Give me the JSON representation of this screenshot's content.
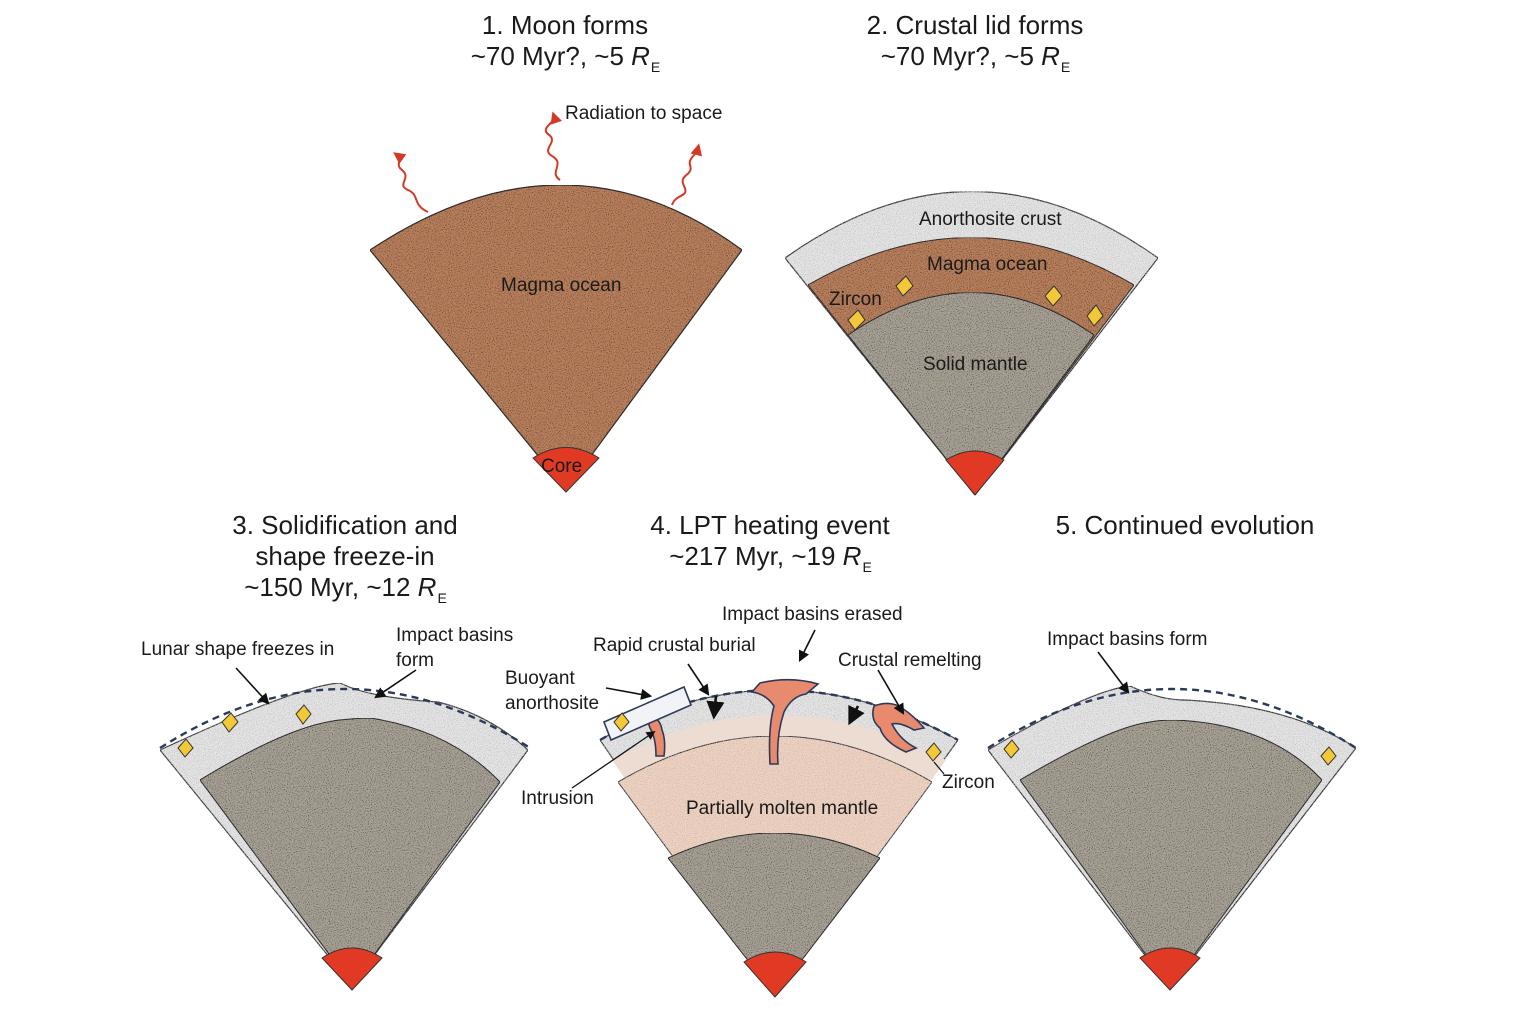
{
  "colors": {
    "magma": "#b9805d",
    "crust": "#e5e5e5",
    "mantle": "#a8a296",
    "molten_mantle": "#f1d2bf",
    "core": "#e03a24",
    "zircon": "#f3c838",
    "melt": "#e88a6d",
    "radiation": "#d23a26"
  },
  "panels": {
    "p1": {
      "title_line1": "1. Moon forms",
      "title_line2_prefix": "~70 Myr?, ~5 ",
      "title_R": "R",
      "title_sub": "E",
      "radiation_label": "Radiation to space",
      "magma_label": "Magma ocean",
      "core_label": "Core"
    },
    "p2": {
      "title_line1": "2. Crustal lid forms",
      "title_line2_prefix": "~70 Myr?, ~5 ",
      "title_R": "R",
      "title_sub": "E",
      "crust_label": "Anorthosite crust",
      "magma_label": "Magma ocean",
      "zircon_label": "Zircon",
      "mantle_label": "Solid mantle"
    },
    "p3": {
      "title_line1": "3. Solidification and",
      "title_line2": "shape freeze-in",
      "title_line3_prefix": "~150 Myr, ~12 ",
      "title_R": "R",
      "title_sub": "E",
      "shape_label": "Lunar shape freezes in",
      "basins_label_line1": "Impact basins",
      "basins_label_line2": "form"
    },
    "p4": {
      "title_line1": "4. LPT heating event",
      "title_line2_prefix": "~217 Myr, ~19 ",
      "title_R": "R",
      "title_sub": "E",
      "erased_label": "Impact basins erased",
      "burial_label": "Rapid crustal burial",
      "remelt_label": "Crustal remelting",
      "buoyant_line1": "Buoyant",
      "buoyant_line2": "anorthosite",
      "intrusion_label": "Intrusion",
      "zircon_label": "Zircon",
      "molten_label": "Partially molten mantle"
    },
    "p5": {
      "title_line1": "5. Continued evolution",
      "basins_label": "Impact basins form"
    }
  }
}
